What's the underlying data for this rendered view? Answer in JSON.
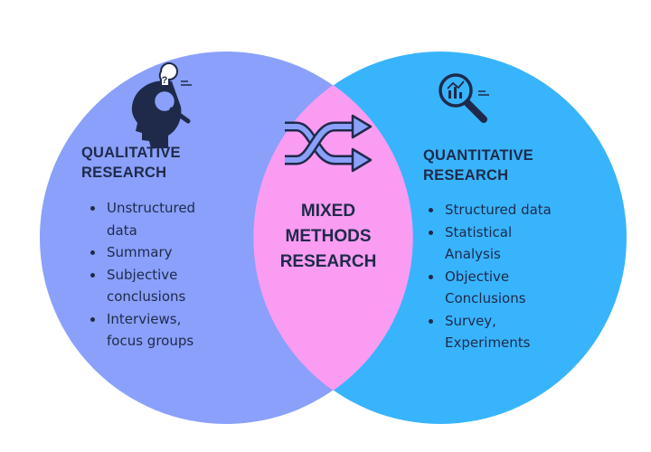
{
  "left": {
    "title_lines": [
      "QUALITATIVE",
      "RESEARCH"
    ],
    "items": [
      [
        "Unstructured",
        "data"
      ],
      [
        "Summary"
      ],
      [
        "Subjective",
        "conclusions"
      ],
      [
        "Interviews,",
        "focus groups"
      ]
    ],
    "icon": "thinking-head-magnifier-icon",
    "color": "#8aa0fb"
  },
  "center": {
    "title_lines": [
      "MIXED",
      "METHODS",
      "RESEARCH"
    ],
    "icon": "shuffle-arrows-icon",
    "color": "#f99cf2"
  },
  "right": {
    "title_lines": [
      "QUANTITATIVE",
      "RESEARCH"
    ],
    "items": [
      [
        "Structured data"
      ],
      [
        "Statistical",
        "Analysis"
      ],
      [
        "Objective",
        "Conclusions"
      ],
      [
        "Survey,",
        "Experiments"
      ]
    ],
    "icon": "chart-magnifier-icon",
    "color": "#38b4fd"
  }
}
